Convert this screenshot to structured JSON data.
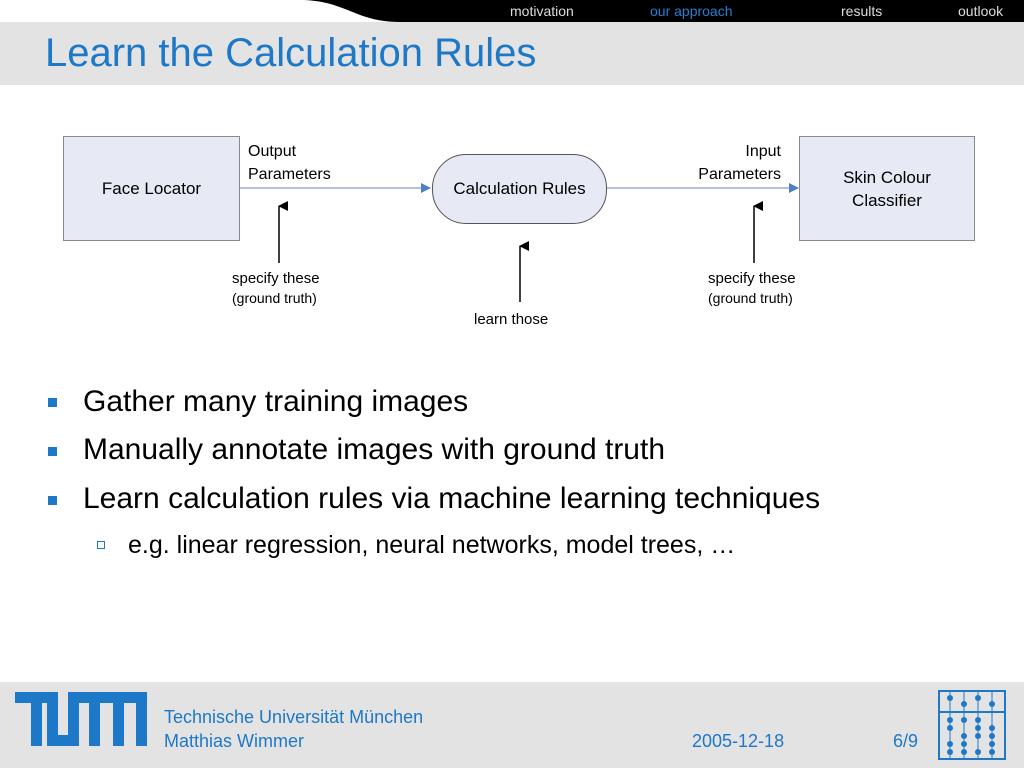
{
  "nav": {
    "items": [
      {
        "label": "motivation",
        "active": false
      },
      {
        "label": "our approach",
        "active": true
      },
      {
        "label": "results",
        "active": false
      },
      {
        "label": "outlook",
        "active": false
      }
    ]
  },
  "slide": {
    "title": "Learn the Calculation Rules"
  },
  "diagram": {
    "face_locator": "Face Locator",
    "output_params_line1": "Output",
    "output_params_line2": "Parameters",
    "calc_rules": "Calculation Rules",
    "input_params_line1": "Input",
    "input_params_line2": "Parameters",
    "skin_line1": "Skin Colour",
    "skin_line2": "Classifier",
    "specify_left": "specify these",
    "ground_truth_left": "(ground truth)",
    "learn": "learn those",
    "specify_right": "specify these",
    "ground_truth_right": "(ground truth)"
  },
  "bullets": [
    "Gather many training images",
    "Manually annotate images with ground truth",
    "Learn calculation rules via machine learning techniques"
  ],
  "sub_bullet": "e.g. linear regression, neural networks, model trees, …",
  "footer": {
    "university": "Technische Universität München",
    "author": "Matthias Wimmer",
    "date": "2005-12-18",
    "page": "6/9",
    "logo": "TUM"
  },
  "colors": {
    "accent": "#1e78c8",
    "box_fill": "#e7e9f5",
    "arrow_blue": "#4f7fc4",
    "bar_bg": "#e3e3e3"
  }
}
